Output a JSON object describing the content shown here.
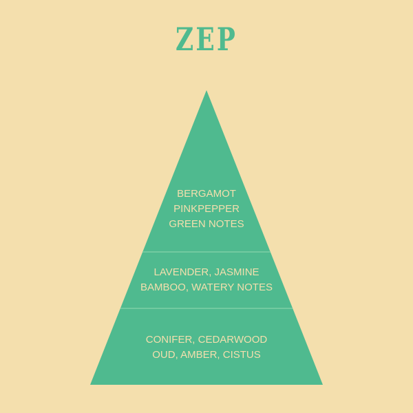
{
  "title": "ZEP",
  "colors": {
    "background": "#F4DFAD",
    "pyramid": "#4FBA8F",
    "divider": "#7FCFA6",
    "text": "#F4DFAD"
  },
  "tiers": [
    {
      "name": "top",
      "lines": [
        "BERGAMOT",
        "PINKPEPPER",
        "GREEN NOTES"
      ]
    },
    {
      "name": "middle",
      "lines": [
        "LAVENDER, JASMINE",
        "BAMBOO, WATERY NOTES"
      ]
    },
    {
      "name": "base",
      "lines": [
        "CONIFER, CEDARWOOD",
        "OUD, AMBER, CISTUS"
      ]
    }
  ]
}
